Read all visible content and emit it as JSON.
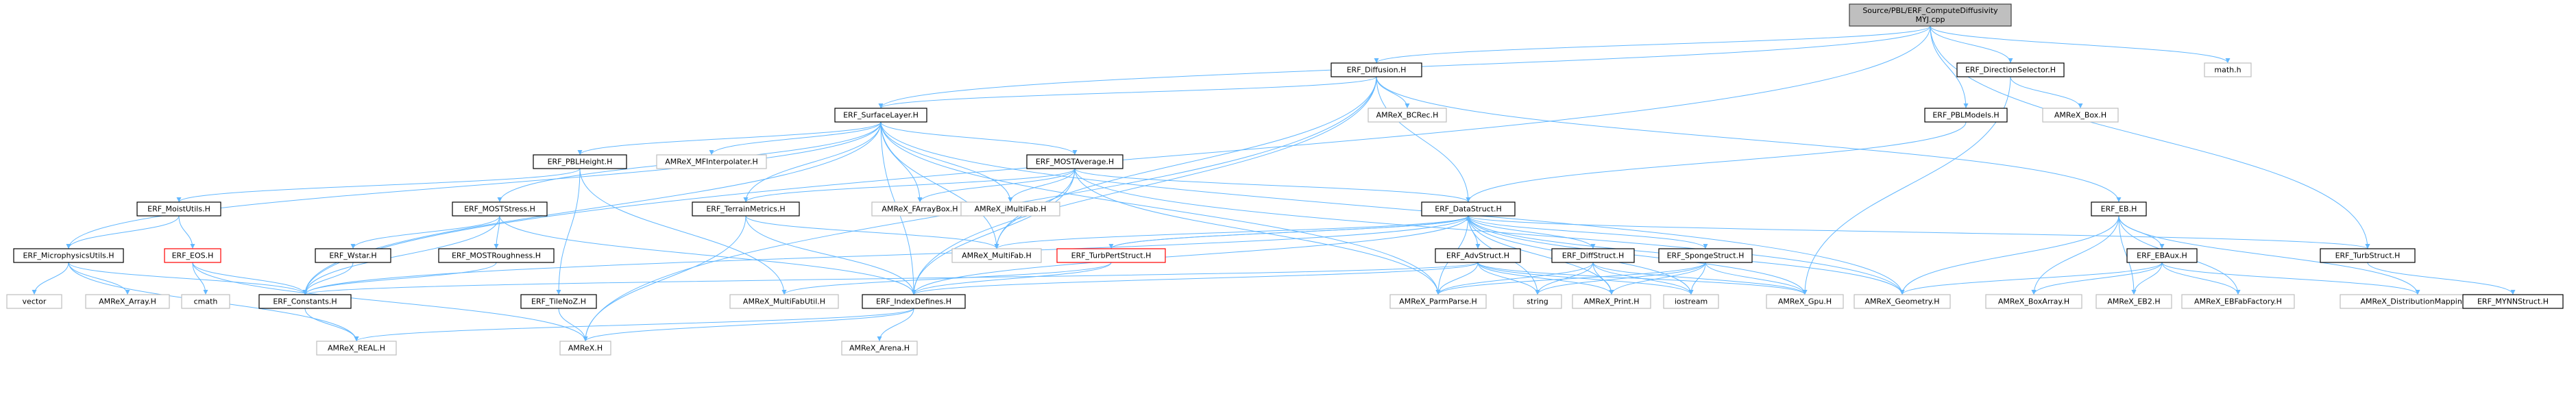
{
  "nodes": [
    {
      "id": "root",
      "lines": [
        "Source/PBL/ERF_ComputeDiffusivity",
        "MYJ.cpp"
      ],
      "style": "root"
    },
    {
      "id": "diffusion",
      "lines": [
        "ERF_Diffusion.H"
      ],
      "style": "normal"
    },
    {
      "id": "math",
      "lines": [
        "math.h"
      ],
      "style": "external"
    },
    {
      "id": "dirsel",
      "lines": [
        "ERF_DirectionSelector.H"
      ],
      "style": "normal"
    },
    {
      "id": "surfacelayer",
      "lines": [
        "ERF_SurfaceLayer.H"
      ],
      "style": "normal"
    },
    {
      "id": "bcrec",
      "lines": [
        "AMReX_BCRec.H"
      ],
      "style": "external"
    },
    {
      "id": "pblmodels",
      "lines": [
        "ERF_PBLModels.H"
      ],
      "style": "normal"
    },
    {
      "id": "amrexbox",
      "lines": [
        "AMReX_Box.H"
      ],
      "style": "external"
    },
    {
      "id": "pblheight",
      "lines": [
        "ERF_PBLHeight.H"
      ],
      "style": "normal"
    },
    {
      "id": "mfinterp",
      "lines": [
        "AMReX_MFInterpolater.H"
      ],
      "style": "external"
    },
    {
      "id": "mostavg",
      "lines": [
        "ERF_MOSTAverage.H"
      ],
      "style": "normal"
    },
    {
      "id": "moistutils",
      "lines": [
        "ERF_MoistUtils.H"
      ],
      "style": "normal"
    },
    {
      "id": "moststress",
      "lines": [
        "ERF_MOSTStress.H"
      ],
      "style": "normal"
    },
    {
      "id": "terrain",
      "lines": [
        "ERF_TerrainMetrics.H"
      ],
      "style": "normal"
    },
    {
      "id": "farraybox",
      "lines": [
        "AMReX_FArrayBox.H"
      ],
      "style": "external"
    },
    {
      "id": "imultifab",
      "lines": [
        "AMReX_iMultiFab.H"
      ],
      "style": "external"
    },
    {
      "id": "datastruct",
      "lines": [
        "ERF_DataStruct.H"
      ],
      "style": "normal"
    },
    {
      "id": "eb",
      "lines": [
        "ERF_EB.H"
      ],
      "style": "normal"
    },
    {
      "id": "micro",
      "lines": [
        "ERF_MicrophysicsUtils.H"
      ],
      "style": "normal"
    },
    {
      "id": "eos",
      "lines": [
        "ERF_EOS.H"
      ],
      "style": "red"
    },
    {
      "id": "wstar",
      "lines": [
        "ERF_Wstar.H"
      ],
      "style": "normal"
    },
    {
      "id": "mostrough",
      "lines": [
        "ERF_MOSTRoughness.H"
      ],
      "style": "normal"
    },
    {
      "id": "multifab",
      "lines": [
        "AMReX_MultiFab.H"
      ],
      "style": "external"
    },
    {
      "id": "turbpert",
      "lines": [
        "ERF_TurbPertStruct.H"
      ],
      "style": "red"
    },
    {
      "id": "advstruct",
      "lines": [
        "ERF_AdvStruct.H"
      ],
      "style": "normal"
    },
    {
      "id": "diffstruct",
      "lines": [
        "ERF_DiffStruct.H"
      ],
      "style": "normal"
    },
    {
      "id": "sponge",
      "lines": [
        "ERF_SpongeStruct.H"
      ],
      "style": "normal"
    },
    {
      "id": "ebaux",
      "lines": [
        "ERF_EBAux.H"
      ],
      "style": "normal"
    },
    {
      "id": "turbstruct",
      "lines": [
        "ERF_TurbStruct.H"
      ],
      "style": "normal"
    },
    {
      "id": "vector",
      "lines": [
        "vector"
      ],
      "style": "external"
    },
    {
      "id": "array",
      "lines": [
        "AMReX_Array.H"
      ],
      "style": "external"
    },
    {
      "id": "cmath",
      "lines": [
        "cmath"
      ],
      "style": "external"
    },
    {
      "id": "constants",
      "lines": [
        "ERF_Constants.H"
      ],
      "style": "normal"
    },
    {
      "id": "tileno",
      "lines": [
        "ERF_TileNoZ.H"
      ],
      "style": "normal"
    },
    {
      "id": "mfutil",
      "lines": [
        "AMReX_MultiFabUtil.H"
      ],
      "style": "external"
    },
    {
      "id": "indexdefs",
      "lines": [
        "ERF_IndexDefines.H"
      ],
      "style": "normal"
    },
    {
      "id": "parmparse",
      "lines": [
        "AMReX_ParmParse.H"
      ],
      "style": "external"
    },
    {
      "id": "string",
      "lines": [
        "string"
      ],
      "style": "external"
    },
    {
      "id": "print",
      "lines": [
        "AMReX_Print.H"
      ],
      "style": "external"
    },
    {
      "id": "iostream",
      "lines": [
        "iostream"
      ],
      "style": "external"
    },
    {
      "id": "gpu",
      "lines": [
        "AMReX_Gpu.H"
      ],
      "style": "external"
    },
    {
      "id": "geometry",
      "lines": [
        "AMReX_Geometry.H"
      ],
      "style": "external"
    },
    {
      "id": "boxarray",
      "lines": [
        "AMReX_BoxArray.H"
      ],
      "style": "external"
    },
    {
      "id": "eb2",
      "lines": [
        "AMReX_EB2.H"
      ],
      "style": "external"
    },
    {
      "id": "ebfab",
      "lines": [
        "AMReX_EBFabFactory.H"
      ],
      "style": "external"
    },
    {
      "id": "distmap",
      "lines": [
        "AMReX_DistributionMapping.H"
      ],
      "style": "external"
    },
    {
      "id": "myjnn",
      "lines": [
        "ERF_MYNNStruct.H"
      ],
      "style": "normal"
    },
    {
      "id": "real",
      "lines": [
        "AMReX_REAL.H"
      ],
      "style": "external"
    },
    {
      "id": "amrexh",
      "lines": [
        "AMReX.H"
      ],
      "style": "external"
    },
    {
      "id": "arena",
      "lines": [
        "AMReX_Arena.H"
      ],
      "style": "external"
    }
  ],
  "edges": [
    [
      "root",
      "diffusion"
    ],
    [
      "root",
      "math"
    ],
    [
      "root",
      "dirsel"
    ],
    [
      "root",
      "surfacelayer"
    ],
    [
      "root",
      "pblmodels"
    ],
    [
      "root",
      "constants"
    ],
    [
      "root",
      "turbstruct"
    ],
    [
      "diffusion",
      "surfacelayer"
    ],
    [
      "diffusion",
      "bcrec"
    ],
    [
      "diffusion",
      "datastruct"
    ],
    [
      "diffusion",
      "eb"
    ],
    [
      "diffusion",
      "multifab"
    ],
    [
      "diffusion",
      "indexdefs"
    ],
    [
      "diffusion",
      "amrexh"
    ],
    [
      "dirsel",
      "amrexbox"
    ],
    [
      "dirsel",
      "gpu"
    ],
    [
      "pblmodels",
      "datastruct"
    ],
    [
      "surfacelayer",
      "pblheight"
    ],
    [
      "surfacelayer",
      "mfinterp"
    ],
    [
      "surfacelayer",
      "mostavg"
    ],
    [
      "surfacelayer",
      "moststress"
    ],
    [
      "surfacelayer",
      "terrain"
    ],
    [
      "surfacelayer",
      "farraybox"
    ],
    [
      "surfacelayer",
      "imultifab"
    ],
    [
      "surfacelayer",
      "multifab"
    ],
    [
      "surfacelayer",
      "micro"
    ],
    [
      "surfacelayer",
      "constants"
    ],
    [
      "surfacelayer",
      "indexdefs"
    ],
    [
      "surfacelayer",
      "parmparse"
    ],
    [
      "surfacelayer",
      "geometry"
    ],
    [
      "pblheight",
      "moistutils"
    ],
    [
      "pblheight",
      "tileno"
    ],
    [
      "pblheight",
      "mfutil"
    ],
    [
      "mostavg",
      "datastruct"
    ],
    [
      "mostavg",
      "terrain"
    ],
    [
      "mostavg",
      "farraybox"
    ],
    [
      "mostavg",
      "imultifab"
    ],
    [
      "mostavg",
      "multifab"
    ],
    [
      "mostavg",
      "indexdefs"
    ],
    [
      "mostavg",
      "parmparse"
    ],
    [
      "mostavg",
      "geometry"
    ],
    [
      "moistutils",
      "micro"
    ],
    [
      "moistutils",
      "eos"
    ],
    [
      "moststress",
      "wstar"
    ],
    [
      "moststress",
      "mostrough"
    ],
    [
      "moststress",
      "constants"
    ],
    [
      "moststress",
      "indexdefs"
    ],
    [
      "terrain",
      "multifab"
    ],
    [
      "terrain",
      "indexdefs"
    ],
    [
      "terrain",
      "amrexh"
    ],
    [
      "datastruct",
      "multifab"
    ],
    [
      "datastruct",
      "turbpert"
    ],
    [
      "datastruct",
      "advstruct"
    ],
    [
      "datastruct",
      "diffstruct"
    ],
    [
      "datastruct",
      "sponge"
    ],
    [
      "datastruct",
      "turbstruct"
    ],
    [
      "datastruct",
      "constants"
    ],
    [
      "datastruct",
      "parmparse"
    ],
    [
      "datastruct",
      "string"
    ],
    [
      "datastruct",
      "print"
    ],
    [
      "datastruct",
      "iostream"
    ],
    [
      "datastruct",
      "gpu"
    ],
    [
      "datastruct",
      "geometry"
    ],
    [
      "datastruct",
      "indexdefs"
    ],
    [
      "eb",
      "ebaux"
    ],
    [
      "eb",
      "geometry"
    ],
    [
      "eb",
      "boxarray"
    ],
    [
      "eb",
      "eb2"
    ],
    [
      "eb",
      "ebfab"
    ],
    [
      "eb",
      "distmap"
    ],
    [
      "ebaux",
      "geometry"
    ],
    [
      "ebaux",
      "boxarray"
    ],
    [
      "ebaux",
      "eb2"
    ],
    [
      "ebaux",
      "ebfab"
    ],
    [
      "ebaux",
      "distmap"
    ],
    [
      "turbstruct",
      "myjnn"
    ],
    [
      "micro",
      "vector"
    ],
    [
      "micro",
      "array"
    ],
    [
      "micro",
      "constants"
    ],
    [
      "micro",
      "real"
    ],
    [
      "eos",
      "constants"
    ],
    [
      "eos",
      "cmath"
    ],
    [
      "eos",
      "amrexh"
    ],
    [
      "wstar",
      "constants"
    ],
    [
      "mostrough",
      "constants"
    ],
    [
      "turbpert",
      "datastruct"
    ],
    [
      "turbpert",
      "indexdefs"
    ],
    [
      "turbpert",
      "mfutil"
    ],
    [
      "advstruct",
      "constants"
    ],
    [
      "advstruct",
      "indexdefs"
    ],
    [
      "advstruct",
      "parmparse"
    ],
    [
      "advstruct",
      "string"
    ],
    [
      "advstruct",
      "print"
    ],
    [
      "advstruct",
      "gpu"
    ],
    [
      "advstruct",
      "iostream"
    ],
    [
      "diffstruct",
      "parmparse"
    ],
    [
      "diffstruct",
      "string"
    ],
    [
      "diffstruct",
      "print"
    ],
    [
      "diffstruct",
      "gpu"
    ],
    [
      "diffstruct",
      "iostream"
    ],
    [
      "sponge",
      "parmparse"
    ],
    [
      "sponge",
      "string"
    ],
    [
      "sponge",
      "print"
    ],
    [
      "sponge",
      "gpu"
    ],
    [
      "sponge",
      "iostream"
    ],
    [
      "constants",
      "real"
    ],
    [
      "tileno",
      "amrexh"
    ],
    [
      "indexdefs",
      "real"
    ],
    [
      "indexdefs",
      "amrexh"
    ],
    [
      "indexdefs",
      "arena"
    ]
  ]
}
